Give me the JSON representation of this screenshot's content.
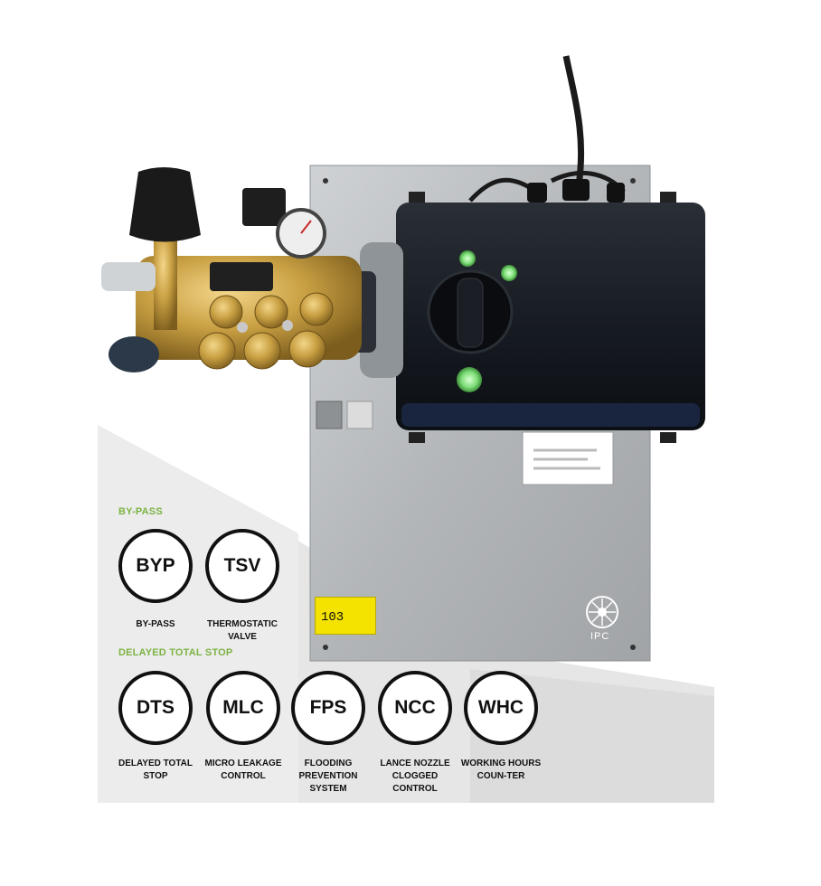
{
  "sections": {
    "bypass_label": "BY-PASS",
    "delayed_label": "DELAYED TOTAL STOP"
  },
  "badges_row1": [
    {
      "code": "BYP",
      "caption": "BY-PASS"
    },
    {
      "code": "TSV",
      "caption": "THERMOSTATIC VALVE"
    }
  ],
  "badges_row2": [
    {
      "code": "DTS",
      "caption": "DELAYED TOTAL STOP"
    },
    {
      "code": "MLC",
      "caption": "MICRO LEAKAGE CONTROL"
    },
    {
      "code": "FPS",
      "caption": "FLOODING PREVENTION SYSTEM"
    },
    {
      "code": "NCC",
      "caption": "LANCE NOZZLE CLOGGED CONTROL"
    },
    {
      "code": "WHC",
      "caption": "WORKING HOURS COUN-TER"
    }
  ],
  "sticker": {
    "number": "103"
  },
  "brand": {
    "logo_text": "IPC"
  },
  "colors": {
    "accent_green": "#7cb342",
    "led_green": "#7fe07a",
    "panel_steel": "#b9bcbf",
    "box_black": "#161a1f",
    "brass": "#c9a043"
  },
  "icons": [
    "power-cable",
    "pressure-gauge",
    "control-knob",
    "status-led",
    "ipc-logo-icon"
  ]
}
